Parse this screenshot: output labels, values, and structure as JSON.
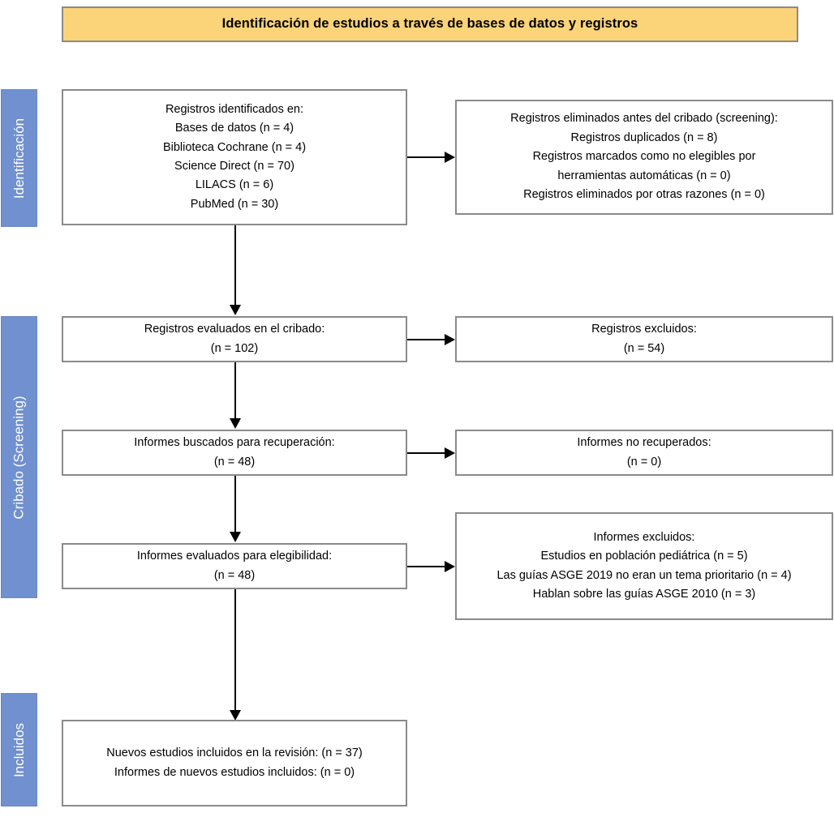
{
  "title": {
    "text": "Identificación de estudios a través de bases de datos y registros",
    "background": "#fbd379",
    "border": "#8a8a8a"
  },
  "stages": [
    {
      "label": "Identificación",
      "color": "#7090cf"
    },
    {
      "label": "Cribado (Screening)",
      "color": "#7090cf"
    },
    {
      "label": "Incluidos",
      "color": "#7090cf"
    }
  ],
  "boxes": {
    "identified": {
      "lines": [
        "Registros identificados en:",
        "Bases de datos (n = 4)",
        "Biblioteca Cochrane (n = 4)",
        "Science Direct (n = 70)",
        "LILACS (n = 6)",
        "PubMed (n = 30)"
      ]
    },
    "removed_before_screening": {
      "lines": [
        "Registros eliminados antes del cribado (screening):",
        "Registros duplicados (n = 8)",
        "Registros marcados como no elegibles por",
        "herramientas automáticas (n = 0)",
        "Registros eliminados por otras razones (n = 0)"
      ]
    },
    "screened": {
      "lines": [
        "Registros evaluados en el cribado:",
        "(n = 102)"
      ]
    },
    "records_excluded": {
      "lines": [
        "Registros excluidos:",
        "(n = 54)"
      ]
    },
    "sought_retrieval": {
      "lines": [
        "Informes buscados para recuperación:",
        "(n = 48)"
      ]
    },
    "not_retrieved": {
      "lines": [
        "Informes no recuperados:",
        "(n = 0)"
      ]
    },
    "assessed_eligibility": {
      "lines": [
        "Informes evaluados para elegibilidad:",
        "(n = 48)"
      ]
    },
    "reports_excluded": {
      "lines": [
        "Informes excluidos:",
        "Estudios en población pediátrica (n = 5)",
        "Las guías ASGE 2019 no eran un tema prioritario (n = 4)",
        "Hablan sobre las guías ASGE 2010 (n = 3)"
      ]
    },
    "included": {
      "lines": [
        "Nuevos estudios incluidos en la revisión: (n = 37)",
        "Informes de nuevos estudios incluidos: (n = 0)"
      ]
    }
  },
  "chart_data": {
    "type": "diagram",
    "title": "Identificación de estudios a través de bases de datos y registros",
    "diagram_kind": "PRISMA 2020 flow diagram",
    "stages": [
      "Identificación",
      "Cribado (Screening)",
      "Incluidos"
    ],
    "nodes": [
      {
        "id": "identified",
        "stage": "Identificación",
        "column": "left",
        "counts": {
          "Bases de datos": 4,
          "Biblioteca Cochrane": 4,
          "Science Direct": 70,
          "LILACS": 6,
          "PubMed": 30
        }
      },
      {
        "id": "removed_before_screening",
        "stage": "Identificación",
        "column": "right",
        "counts": {
          "Registros duplicados": 8,
          "No elegibles por herramientas automáticas": 0,
          "Eliminados por otras razones": 0
        }
      },
      {
        "id": "screened",
        "stage": "Cribado (Screening)",
        "column": "left",
        "n": 102
      },
      {
        "id": "records_excluded",
        "stage": "Cribado (Screening)",
        "column": "right",
        "n": 54
      },
      {
        "id": "sought_retrieval",
        "stage": "Cribado (Screening)",
        "column": "left",
        "n": 48
      },
      {
        "id": "not_retrieved",
        "stage": "Cribado (Screening)",
        "column": "right",
        "n": 0
      },
      {
        "id": "assessed_eligibility",
        "stage": "Cribado (Screening)",
        "column": "left",
        "n": 48
      },
      {
        "id": "reports_excluded",
        "stage": "Cribado (Screening)",
        "column": "right",
        "counts": {
          "Estudios en población pediátrica": 5,
          "Las guías ASGE 2019 no eran un tema prioritario": 4,
          "Hablan sobre las guías ASGE 2010": 3
        }
      },
      {
        "id": "included",
        "stage": "Incluidos",
        "column": "left",
        "counts": {
          "Nuevos estudios incluidos en la revisión": 37,
          "Informes de nuevos estudios incluidos": 0
        }
      }
    ],
    "edges": [
      {
        "from": "identified",
        "to": "removed_before_screening",
        "direction": "right"
      },
      {
        "from": "identified",
        "to": "screened",
        "direction": "down"
      },
      {
        "from": "screened",
        "to": "records_excluded",
        "direction": "right"
      },
      {
        "from": "screened",
        "to": "sought_retrieval",
        "direction": "down"
      },
      {
        "from": "sought_retrieval",
        "to": "not_retrieved",
        "direction": "right"
      },
      {
        "from": "sought_retrieval",
        "to": "assessed_eligibility",
        "direction": "down"
      },
      {
        "from": "assessed_eligibility",
        "to": "reports_excluded",
        "direction": "right"
      },
      {
        "from": "assessed_eligibility",
        "to": "included",
        "direction": "down"
      }
    ]
  }
}
